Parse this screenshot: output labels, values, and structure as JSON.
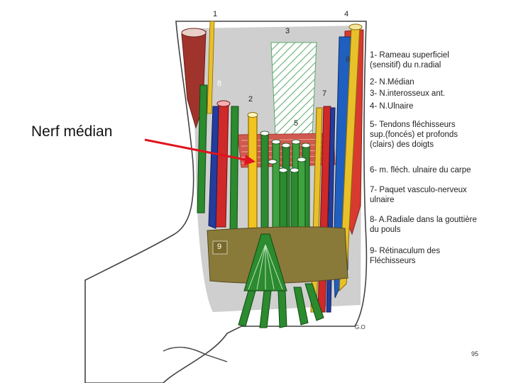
{
  "title": "Nerf médian",
  "legend": [
    "1- Rameau superficiel\n(sensitif) du n.radial",
    "2- N.Médian",
    "3- N.interosseux ant.",
    "4- N.Ulnaire",
    "5- Tendons fléchisseurs\nsup.(foncés) et profonds\n(clairs) des doigts",
    "6- m. fléch. ulnaire du carpe",
    "7- Paquet vasculo-nerveux\nulnaire",
    "8- A.Radiale dans la gouttière\ndu pouls",
    "9- Rétinaculum des\nFléchisseurs"
  ],
  "numbers": [
    "1",
    "2",
    "3",
    "4",
    "5",
    "6",
    "7",
    "8",
    "9"
  ],
  "signature": "G.O",
  "page_number": "95",
  "colors": {
    "arrow": "#e0141e",
    "nerve": "#f2c41f",
    "artery": "#cf2929",
    "vein": "#233c9e",
    "tendon_dark": "#2c8a2f",
    "muscle": "#d05a50",
    "retinaculum": "#8a7a3a",
    "skin": "#c8c8c8"
  }
}
